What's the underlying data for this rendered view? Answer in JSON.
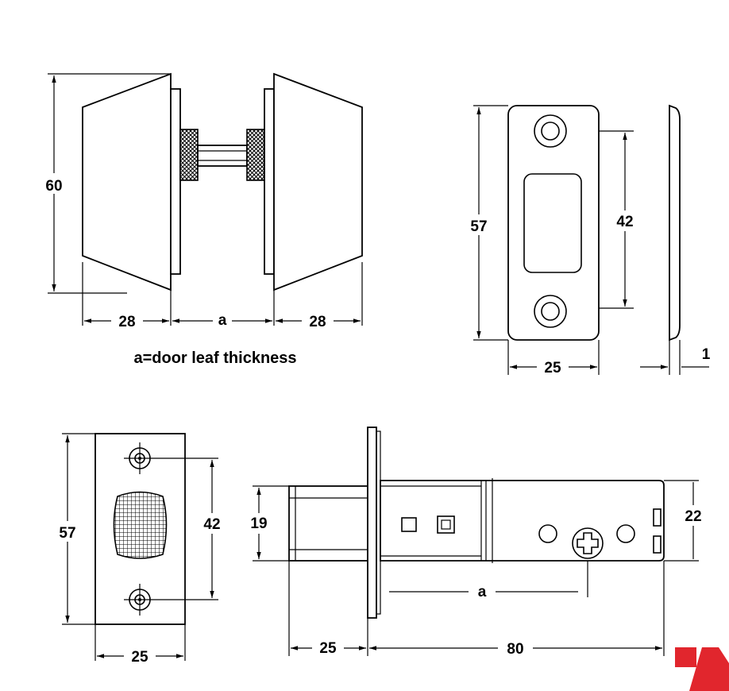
{
  "knob_set": {
    "height": "60",
    "left_depth": "28",
    "gap": "a",
    "right_depth": "28",
    "caption": "a=door leaf thickness"
  },
  "striker_plate": {
    "height": "57",
    "hole_spacing": "42",
    "width": "25",
    "thickness": "1"
  },
  "latch_plate": {
    "height": "57",
    "hole_spacing": "42",
    "width": "25"
  },
  "latch_bolt": {
    "bolt_height": "19",
    "body_height": "22",
    "a_label": "a",
    "bolt_length": "25",
    "backset": "80"
  },
  "brand": {
    "color": "#e1262d"
  }
}
